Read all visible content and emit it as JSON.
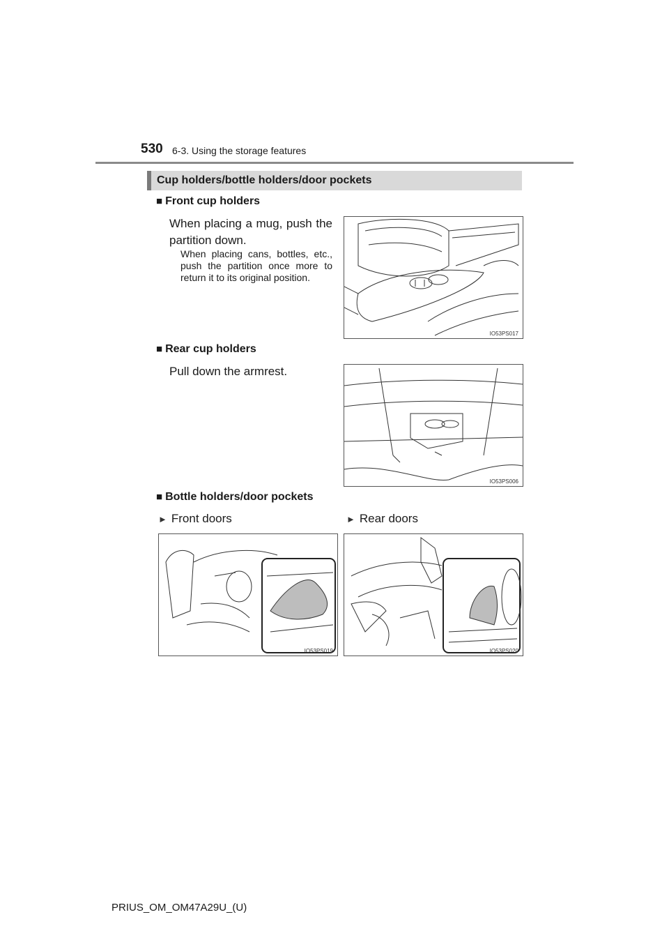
{
  "header": {
    "page_number": "530",
    "section": "6-3. Using the storage features"
  },
  "title": "Cup holders/bottle holders/door pockets",
  "front": {
    "heading": "Front cup holders",
    "text": "When placing a mug, push the partition down.",
    "note": "When placing cans, bottles, etc., push the partition once more to return it to its original position.",
    "figure_code": "IO53PS017"
  },
  "rear": {
    "heading": "Rear cup holders",
    "text": "Pull down the armrest.",
    "figure_code": "IO53PS006"
  },
  "bottle": {
    "heading": "Bottle holders/door pockets",
    "front_label": "Front doors",
    "rear_label": "Rear doors",
    "front_code": "IO53PS019",
    "rear_code": "IO53PS020"
  },
  "footer": "PRIUS_OM_OM47A29U_(U)",
  "icons": {
    "bullet": "square-bullet-icon",
    "arrow": "triangle-arrow-icon"
  }
}
